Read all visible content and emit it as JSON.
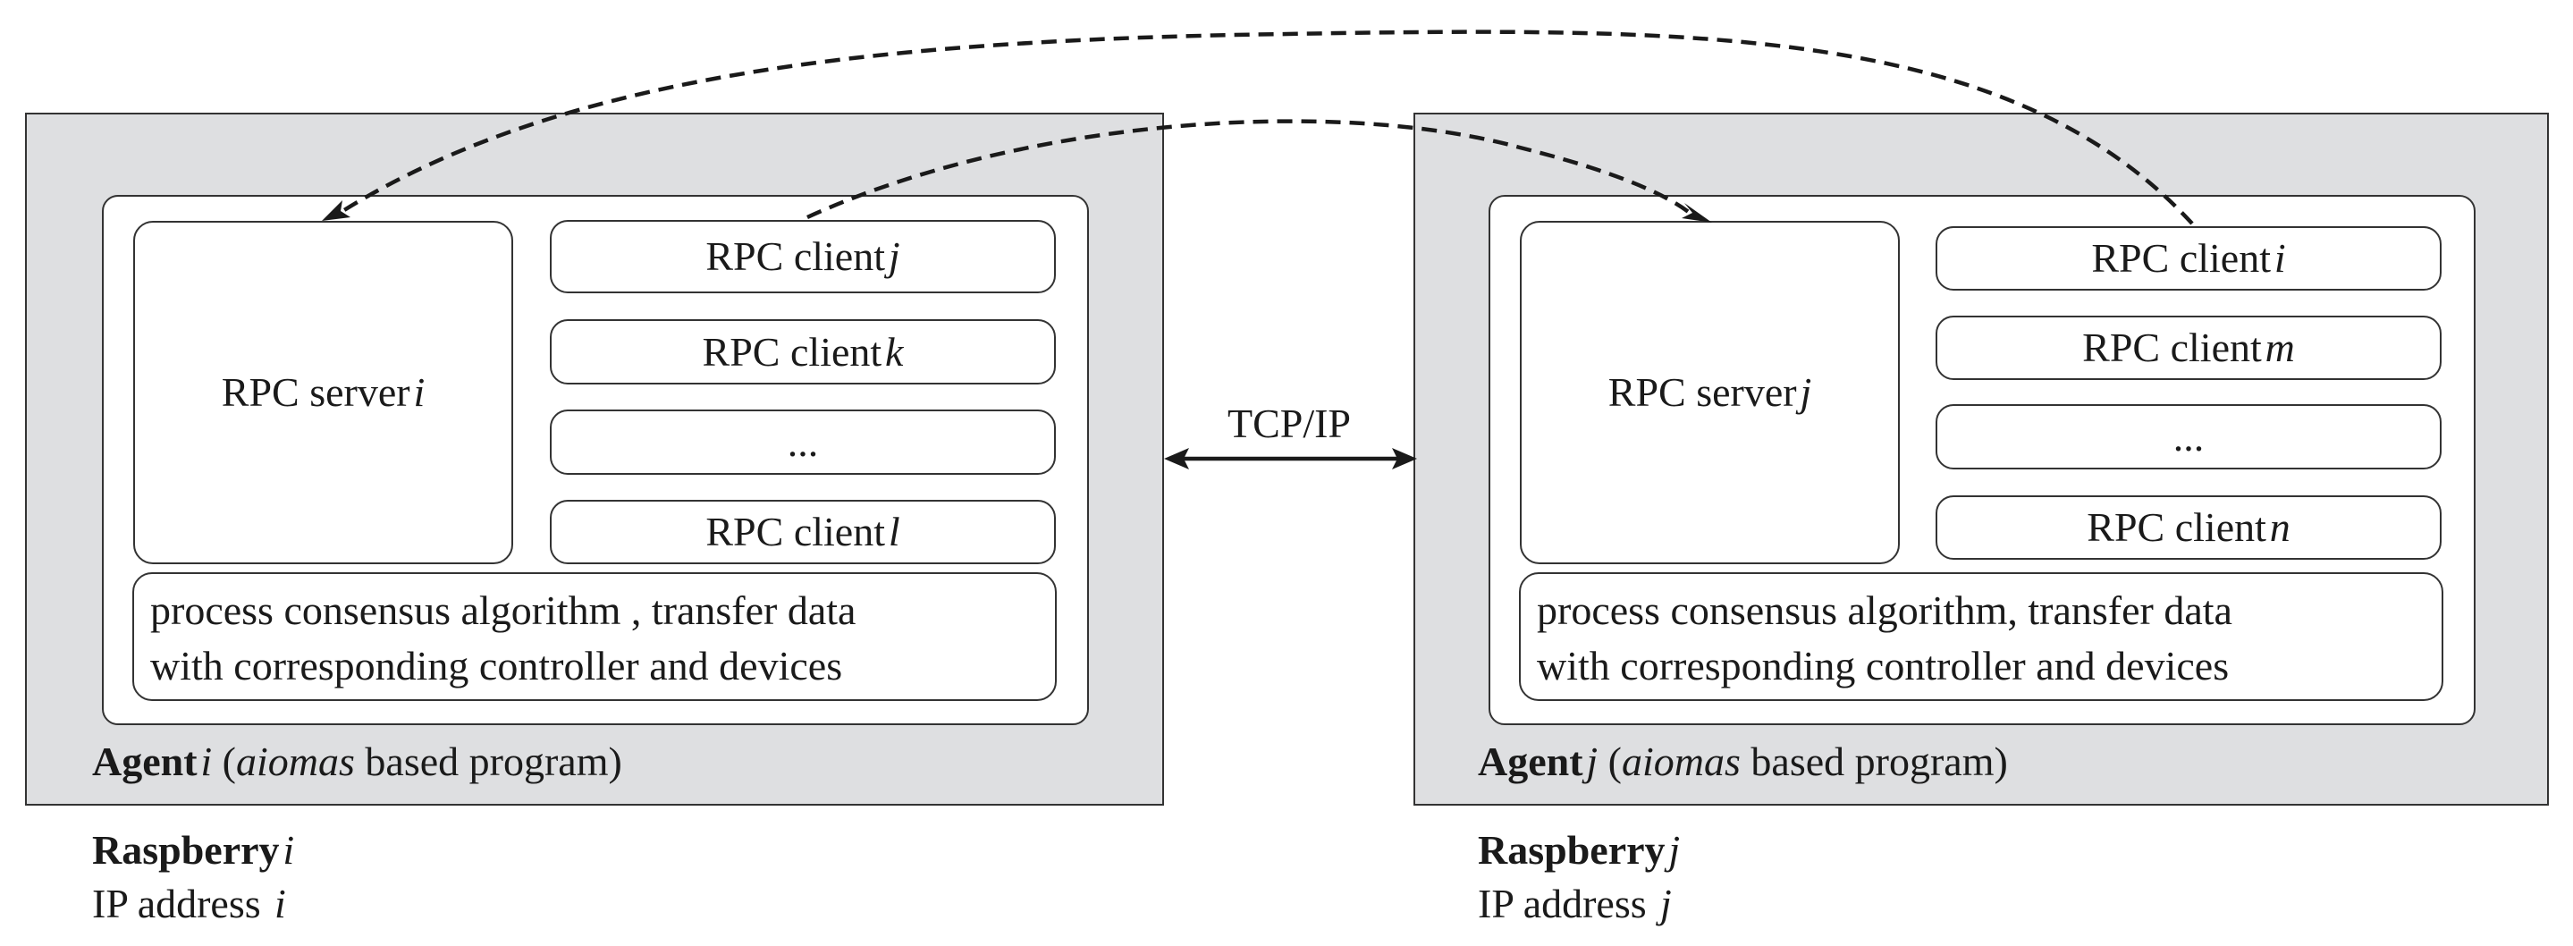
{
  "link_label": "TCP/IP",
  "left": {
    "server": {
      "text": "RPC server ",
      "var": "i"
    },
    "clients": [
      {
        "text": "RPC client ",
        "var": "j"
      },
      {
        "text": "RPC client ",
        "var": "k"
      },
      {
        "text": "...",
        "var": ""
      },
      {
        "text": "RPC client ",
        "var": "l"
      }
    ],
    "process_line1": "process consensus algorithm , transfer data",
    "process_line2": "with corresponding controller and devices",
    "agent": {
      "bold": "Agent",
      "var": "i",
      "open": " (",
      "italic": "aiomas",
      "rest": " based program)"
    },
    "hardware": {
      "bold": "Raspberry",
      "var": "i",
      "ip_text": "IP address ",
      "ip_var": "i"
    }
  },
  "right": {
    "server": {
      "text": "RPC server ",
      "var": "j"
    },
    "clients": [
      {
        "text": "RPC client ",
        "var": "i"
      },
      {
        "text": "RPC client ",
        "var": "m"
      },
      {
        "text": "...",
        "var": ""
      },
      {
        "text": "RPC client ",
        "var": "n"
      }
    ],
    "process_line1": "process consensus algorithm, transfer data",
    "process_line2": "with corresponding controller and devices",
    "agent": {
      "bold": "Agent",
      "var": "j",
      "open": " (",
      "italic": "aiomas",
      "rest": " based program)"
    },
    "hardware": {
      "bold": "Raspberry",
      "var": "j",
      "ip_text": "IP address ",
      "ip_var": "j"
    }
  }
}
